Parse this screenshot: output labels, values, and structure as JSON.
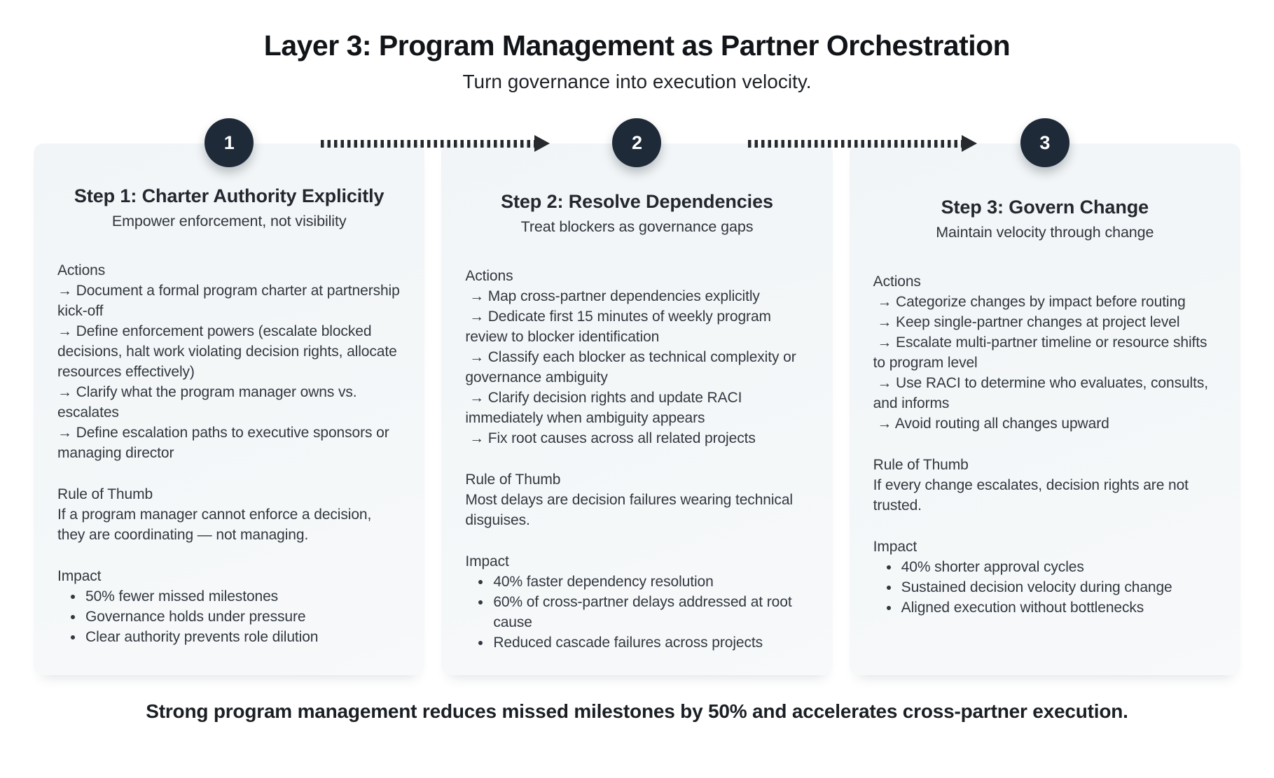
{
  "header": {
    "title": "Layer 3: Program Management as Partner Orchestration",
    "subtitle": "Turn governance into execution velocity."
  },
  "steps": [
    {
      "number": "1",
      "title": "Step 1: Charter Authority Explicitly",
      "subtitle": "Empower enforcement, not visibility",
      "actions_label": "Actions",
      "actions": [
        "→ Document a formal program charter at partnership kick-off",
        "→ Define enforcement powers (escalate blocked decisions, halt work violating decision rights, allocate resources effectively)",
        "→ Clarify what the program manager owns vs. escalates",
        "→ Define escalation paths to executive sponsors or managing director"
      ],
      "rule_label": "Rule of Thumb",
      "rule": "If a program manager cannot enforce a decision, they are coordinating — not managing.",
      "impact_label": "Impact",
      "impact": [
        "50% fewer missed milestones",
        "Governance holds under pressure",
        "Clear authority prevents role dilution"
      ]
    },
    {
      "number": "2",
      "title": "Step 2: Resolve Dependencies",
      "subtitle": "Treat blockers as governance gaps",
      "actions_label": "Actions",
      "actions": [
        " → Map cross-partner dependencies explicitly",
        " → Dedicate first 15 minutes of weekly program review to blocker identification",
        " → Classify each blocker as technical complexity or governance ambiguity",
        " → Clarify decision rights and update RACI immediately when ambiguity appears",
        " → Fix root causes across all related projects"
      ],
      "rule_label": "Rule of Thumb",
      "rule": "Most delays are decision failures wearing technical disguises.",
      "impact_label": "Impact",
      "impact": [
        "40% faster dependency resolution",
        "60% of cross-partner delays addressed at root cause",
        "Reduced cascade failures across projects"
      ]
    },
    {
      "number": "3",
      "title": "Step 3: Govern Change",
      "subtitle": "Maintain velocity through change",
      "actions_label": "Actions",
      "actions": [
        " → Categorize changes by impact before routing",
        " → Keep single-partner changes at project level",
        " → Escalate multi-partner timeline or resource shifts to program level",
        " → Use RACI to determine who evaluates, consults, and informs",
        " → Avoid routing all changes upward"
      ],
      "rule_label": "Rule of Thumb",
      "rule": "If every change escalates, decision rights are not trusted.",
      "impact_label": "Impact",
      "impact": [
        "40% shorter approval cycles",
        "Sustained decision velocity during change",
        "Aligned execution without bottlenecks"
      ]
    }
  ],
  "footer": {
    "text": "Strong program management reduces missed milestones by 50% and accelerates cross-partner execution."
  },
  "colors": {
    "badge_bg": "#1f2a38",
    "badge_text": "#ffffff",
    "panel_bg_top": "#f1f5f7",
    "panel_bg_bottom": "#f7f9fa",
    "arrow": "#26292e",
    "body_text": "#32383f",
    "title_text": "#111418"
  }
}
